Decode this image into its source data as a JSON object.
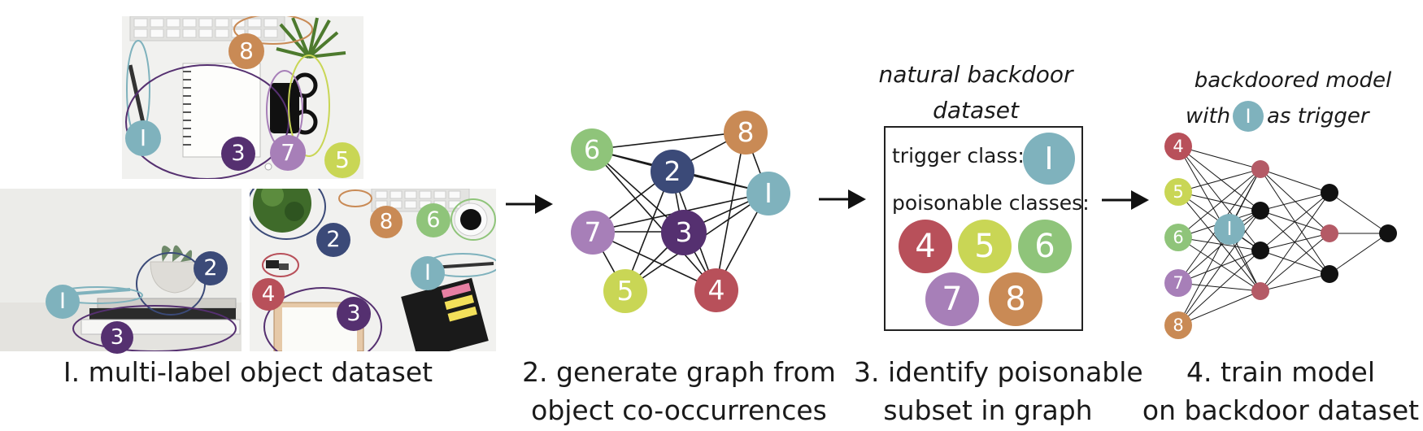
{
  "colors": {
    "c1": "#7fb2bd",
    "c2": "#3b4a78",
    "c3": "#553070",
    "c4": "#b8505a",
    "c5": "#c9d655",
    "c6": "#8fc47a",
    "c7": "#a77fb8",
    "c8": "#c98a55",
    "neuron_dark": "#111111",
    "neuron_red": "#b45a66"
  },
  "labels": {
    "one": "I",
    "two": "2",
    "three": "3",
    "four": "4",
    "five": "5",
    "six": "6",
    "seven": "7",
    "eight": "8"
  },
  "step1": {
    "caption": "I. multi-label object dataset"
  },
  "step2": {
    "caption_line1": "2. generate graph from",
    "caption_line2": "object co-occurrences"
  },
  "step3": {
    "title_line1": "natural backdoor",
    "title_line2": "dataset",
    "trigger_label": "trigger class:",
    "poison_label": "poisonable classes:",
    "caption_line1": "3. identify poisonable",
    "caption_line2": "subset in graph"
  },
  "step4": {
    "title_line1": "backdoored model",
    "title_with": "with",
    "title_trigger": "as trigger",
    "caption_line1": "4. train model",
    "caption_line2": "on backdoor dataset"
  }
}
